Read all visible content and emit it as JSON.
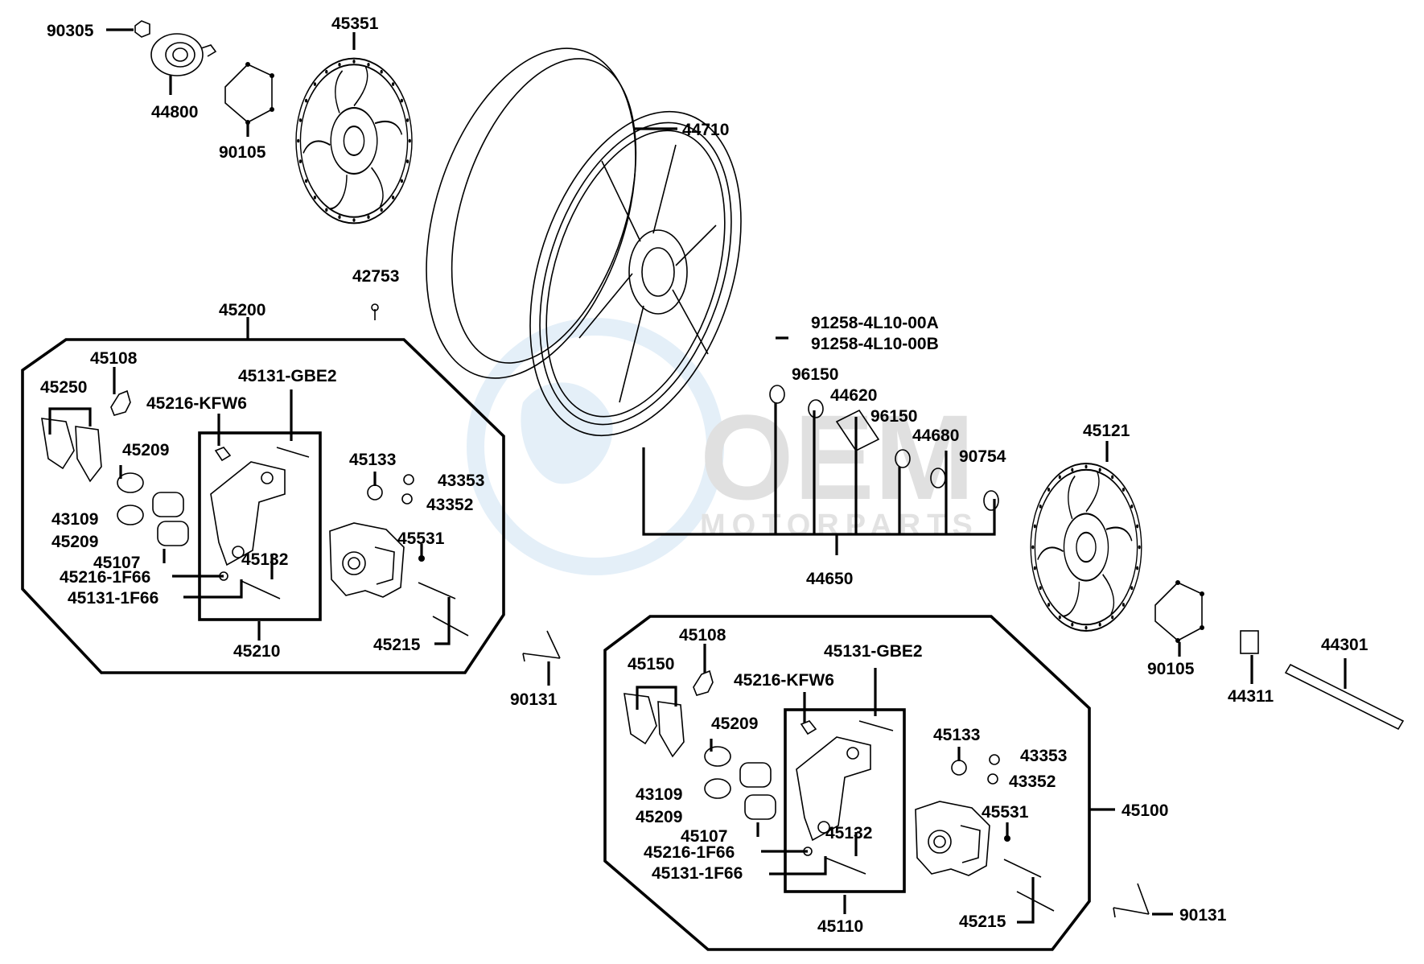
{
  "watermark": {
    "brand": "OEM",
    "tagline": "MOTORPARTS",
    "globe_color": "#cfe3f3",
    "text_color": "#c8c8c8"
  },
  "labels": {
    "p90305": "90305",
    "p44800": "44800",
    "p90105_top": "90105",
    "p45351": "45351",
    "p44710": "44710",
    "p42753": "42753",
    "p45200": "45200",
    "p45108_a": "45108",
    "p45250": "45250",
    "p45131_gbe2_a": "45131-GBE2",
    "p45216_kfw6_a": "45216-KFW6",
    "p45209_a1": "45209",
    "p43109_a": "43109",
    "p45209_a2": "45209",
    "p45107_a": "45107",
    "p45216_1f66_a": "45216-1F66",
    "p45131_1f66_a": "45131-1F66",
    "p45132_a": "45132",
    "p45210": "45210",
    "p45133_a": "45133",
    "p43353_a": "43353",
    "p43352_a": "43352",
    "p45531_a": "45531",
    "p45215_a": "45215",
    "p90131_a": "90131",
    "p91258_a": "91258-4L10-00A",
    "p91258_b": "91258-4L10-00B",
    "p96150_a": "96150",
    "p44620": "44620",
    "p96150_b": "96150",
    "p44680": "44680",
    "p90754": "90754",
    "p44650": "44650",
    "p45121": "45121",
    "p90105_b": "90105",
    "p44311": "44311",
    "p44301": "44301",
    "p45108_b": "45108",
    "p45150": "45150",
    "p45131_gbe2_b": "45131-GBE2",
    "p45216_kfw6_b": "45216-KFW6",
    "p45209_b1": "45209",
    "p43109_b": "43109",
    "p45209_b2": "45209",
    "p45107_b": "45107",
    "p45216_1f66_b": "45216-1F66",
    "p45131_1f66_b": "45131-1F66",
    "p45132_b": "45132",
    "p45110": "45110",
    "p45133_b": "45133",
    "p43353_b": "43353",
    "p43352_b": "43352",
    "p45531_b": "45531",
    "p45215_b": "45215",
    "p45100": "45100",
    "p90131_b": "90131"
  }
}
